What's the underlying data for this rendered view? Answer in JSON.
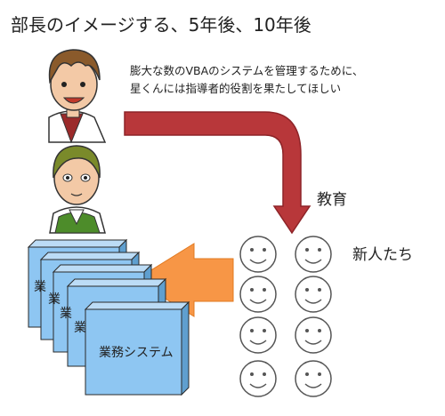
{
  "title": "部長のイメージする、5年後、10年後",
  "manager_quote": {
    "line1": "膨大な数のVBAのシステムを管理するために、",
    "line2": "星くんには指導者的役割を果たしてほしい"
  },
  "education_label": "教育",
  "newcomers_label": "新人たち",
  "stack": {
    "partial_label": "業",
    "front_label": "業務システム",
    "count": 5
  },
  "faces": {
    "rows": 4,
    "cols": 2
  },
  "colors": {
    "curved_arrow": "#b8373a",
    "orange_arrow": "#f79646",
    "system_fill": "#8ec6f2",
    "system_border": "#2a2a2a"
  }
}
